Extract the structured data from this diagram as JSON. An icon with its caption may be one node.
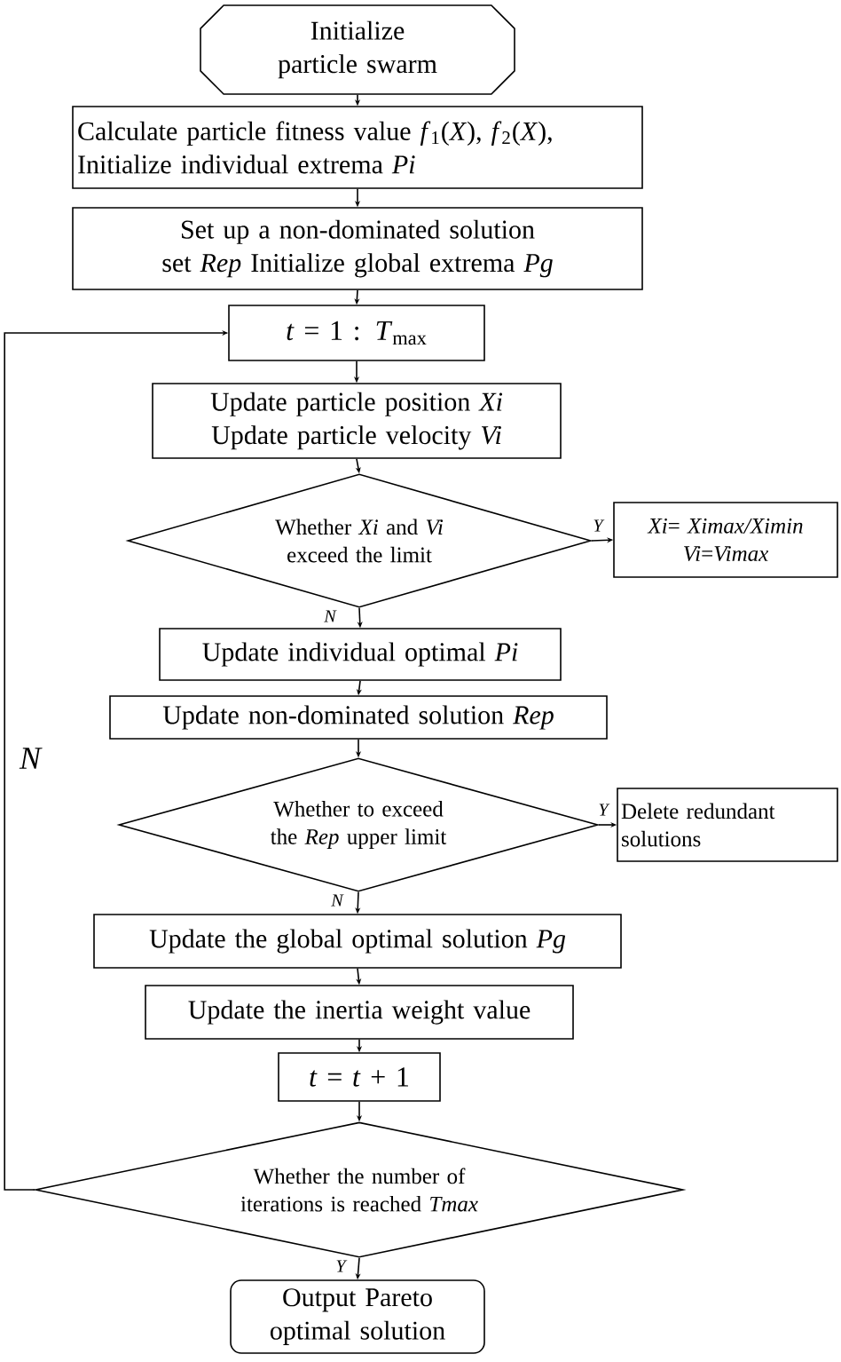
{
  "diagram": {
    "nodes": [
      {
        "text": [
          "Initialize particle swarm"
        ]
      },
      {
        "text": [
          "Calculate particle fitness value *f*$_{1}$(*X*), *f*$_{2}$(*X*), Initialize individual extrema *Pi*"
        ]
      },
      {
        "text": [
          "Set up a non-dominated solution set *Rep* Initialize global extrema *Pg*"
        ]
      },
      {
        "text": [
          "*t* = 1 : *T*$_{max}$"
        ]
      },
      {
        "text": [
          "Update particle position *Xi* Update particle velocity *Vi*"
        ]
      },
      {
        "text": [
          "Whether *Xi* and *Vi* exceed the limit"
        ]
      },
      {
        "text": [
          "*Xi*= *Ximax/Ximin* *Vi*=*Vimax*"
        ]
      },
      {
        "text": [
          "Update individual optimal *Pi*"
        ]
      },
      {
        "text": [
          "Update non-dominated solution *Rep*"
        ]
      },
      {
        "text": [
          "Whether to exceed the *Rep* upper limit"
        ]
      },
      {
        "text": [
          "Delete redundant solutions"
        ]
      },
      {
        "text": [
          "Update the global optimal solution *Pg*"
        ]
      },
      {
        "text": [
          "Update the inertia weight value"
        ]
      },
      {
        "text": [
          "*t* = *t* + 1"
        ]
      },
      {
        "text": [
          "Whether the number of iterations is reached *Tmax*"
        ]
      },
      {
        "text": [
          "Output Pareto optimal solution"
        ]
      }
    ],
    "edges": [
      {
        "from": 0,
        "to": 1,
        "arrow": "to"
      },
      {
        "from": 1,
        "to": 2,
        "arrow": "to"
      },
      {
        "from": 2,
        "to": 3,
        "arrow": "to"
      },
      {
        "from": 3,
        "to": 4,
        "arrow": "to"
      },
      {
        "from": 4,
        "to": 5,
        "arrow": "to"
      },
      {
        "from": 5,
        "to": 6,
        "arrow": "to",
        "label": "Y"
      },
      {
        "from": 5,
        "to": 7,
        "arrow": "to",
        "label": "N"
      },
      {
        "from": 7,
        "to": 8,
        "arrow": "to"
      },
      {
        "from": 8,
        "to": 9,
        "arrow": "to"
      },
      {
        "from": 9,
        "to": 10,
        "arrow": "to",
        "label": "Y"
      },
      {
        "from": 9,
        "to": 11,
        "arrow": "to",
        "label": "N"
      },
      {
        "from": 11,
        "to": 12,
        "arrow": "to"
      },
      {
        "from": 12,
        "to": 13,
        "arrow": "to"
      },
      {
        "from": 13,
        "to": 14,
        "arrow": "to"
      },
      {
        "from": 14,
        "to": 15,
        "arrow": "to",
        "label": "Y"
      },
      {
        "from": 14,
        "to": 3,
        "arrow": "to",
        "label": "N"
      }
    ]
  }
}
